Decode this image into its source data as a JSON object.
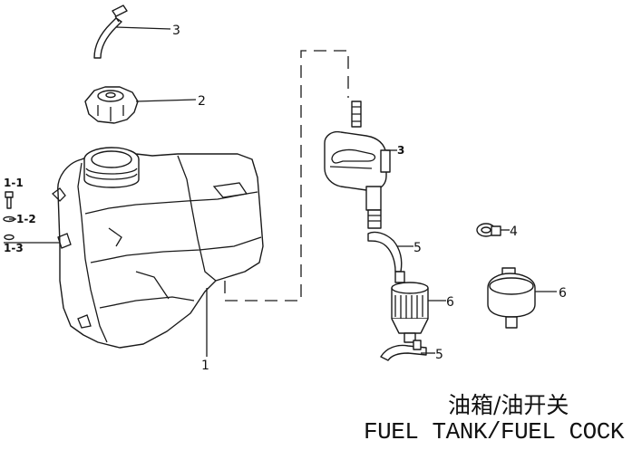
{
  "title": {
    "chinese": "油箱/油开关",
    "english": "FUEL TANK/FUEL COCK"
  },
  "callouts": {
    "tank": "1",
    "bolt": "1-1",
    "washer": "1-2",
    "nut": "1-3",
    "cap": "2",
    "breather_tube": "3",
    "fuel_cock": "3",
    "clamp": "4",
    "hose_upper": "5",
    "hose_lower": "5",
    "filter_center": "6",
    "filter_right": "6"
  },
  "colors": {
    "line": "#1a1a1a",
    "background": "#ffffff"
  }
}
